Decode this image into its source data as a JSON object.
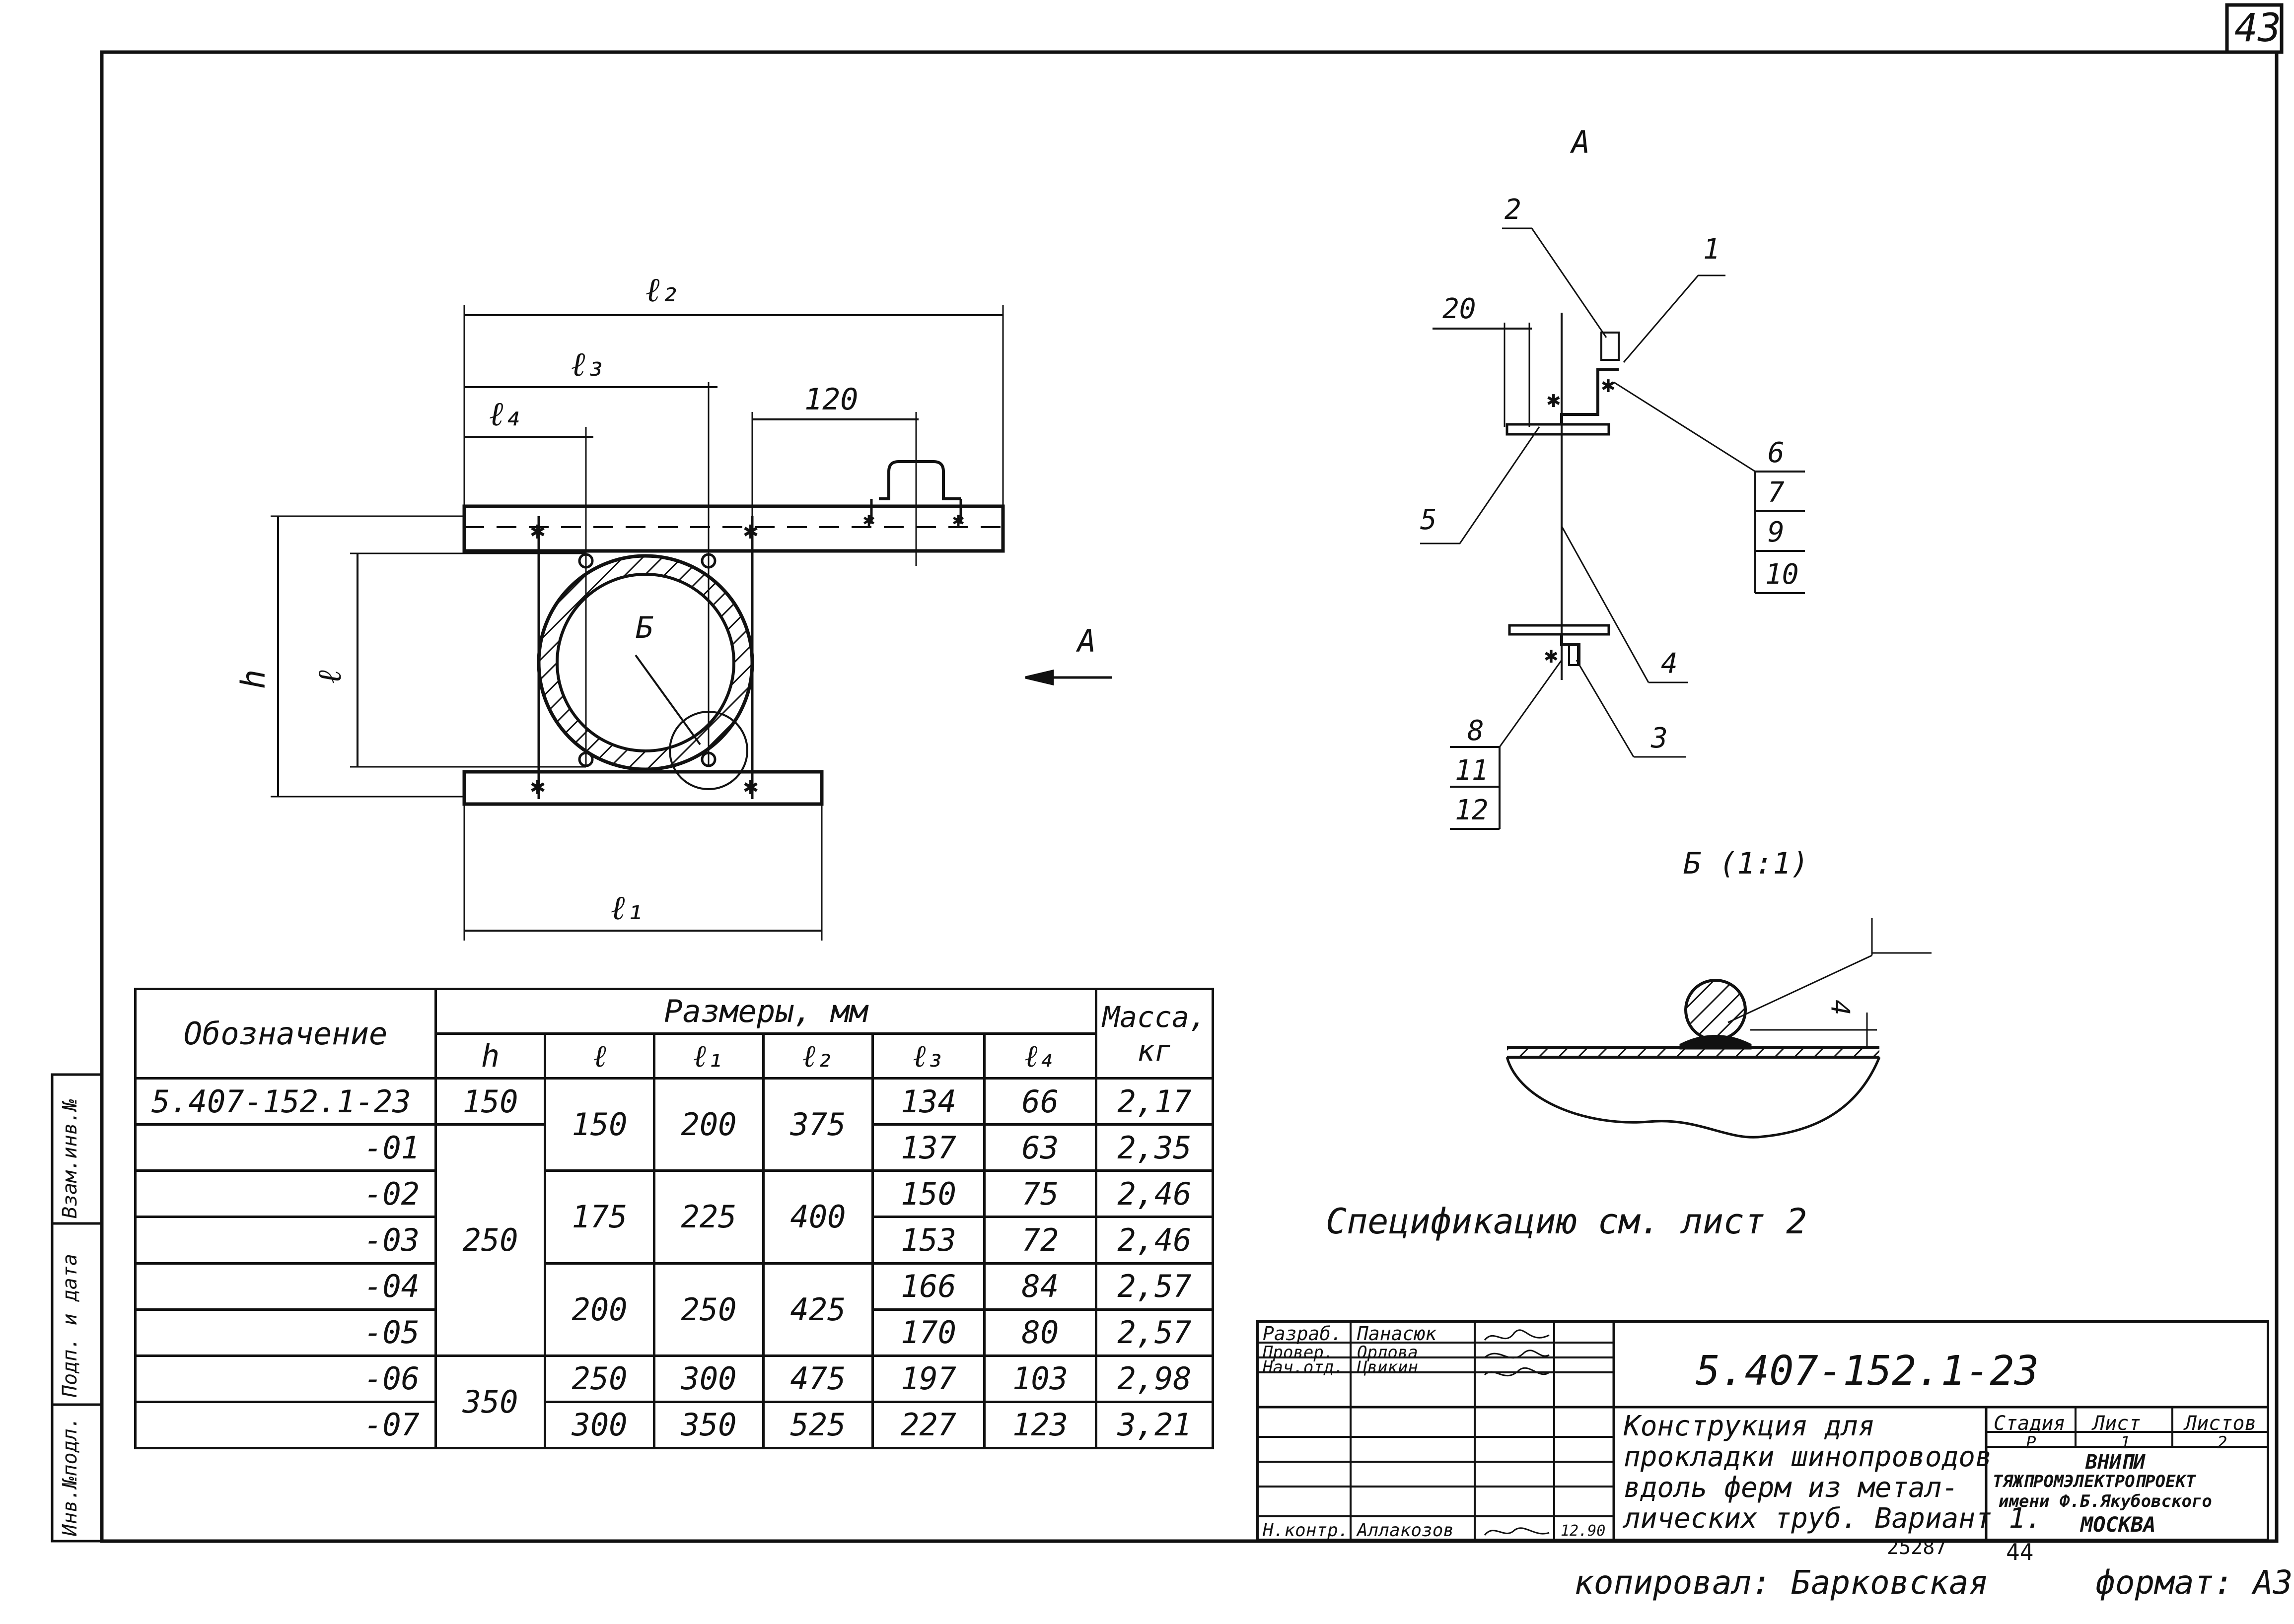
{
  "sheet": {
    "page_number": "43",
    "copied_by": "копировал: Барковская",
    "format": "формат: А3",
    "stamp_number": "25287",
    "stamp_sheet": "44"
  },
  "side_stamp": {
    "inv_orig": "Инв.№подл.",
    "sign_date": "Подп. и дата",
    "vzam_inv": "Взам.инв.№"
  },
  "drawing": {
    "dim_l2": "ℓ₂",
    "dim_l3": "ℓ₃",
    "dim_l4": "ℓ₄",
    "dim_120": "120",
    "dim_h": "h",
    "dim_l": "ℓ",
    "dim_l1": "ℓ₁",
    "callout_b": "Б",
    "view_arrow_label": "А",
    "view_a_title": "А",
    "view_a_dim_20": "20",
    "pos_1": "1",
    "pos_2": "2",
    "pos_3": "3",
    "pos_4": "4",
    "pos_5": "5",
    "pos_6": "6",
    "pos_7": "7",
    "pos_9": "9",
    "pos_10": "10",
    "pos_8": "8",
    "pos_11": "11",
    "pos_12": "12",
    "detail_b_title": "Б (1:1)",
    "detail_b_weld": "4",
    "spec_note": "Спецификацию см. лист 2"
  },
  "table": {
    "header_designation": "Обозначение",
    "header_dims": "Размеры, мм",
    "header_mass": "Масса, кг",
    "col_h": "h",
    "col_l": "ℓ",
    "col_l1": "ℓ₁",
    "col_l2": "ℓ₂",
    "col_l3": "ℓ₃",
    "col_l4": "ℓ₄",
    "rows": [
      {
        "des": "5.407-152.1-23",
        "l3": "134",
        "l4": "66",
        "mass": "2,17"
      },
      {
        "des": "-01",
        "l3": "137",
        "l4": "63",
        "mass": "2,35"
      },
      {
        "des": "-02",
        "l3": "150",
        "l4": "75",
        "mass": "2,46"
      },
      {
        "des": "-03",
        "l3": "153",
        "l4": "72",
        "mass": "2,46"
      },
      {
        "des": "-04",
        "l3": "166",
        "l4": "84",
        "mass": "2,57"
      },
      {
        "des": "-05",
        "l3": "170",
        "l4": "80",
        "mass": "2,57"
      },
      {
        "des": "-06",
        "l3": "197",
        "l4": "103",
        "mass": "2,98"
      },
      {
        "des": "-07",
        "l3": "227",
        "l4": "123",
        "mass": "3,21"
      }
    ],
    "merged": {
      "h_150": "150",
      "h_250": "250",
      "h_350": "350",
      "l_150": "150",
      "l_175": "175",
      "l_200": "200",
      "l_250": "250",
      "l_300": "300",
      "l1_200": "200",
      "l1_225": "225",
      "l1_250": "250",
      "l1_300": "300",
      "l1_350": "350",
      "l2_375": "375",
      "l2_400": "400",
      "l2_425": "425",
      "l2_475": "475",
      "l2_525": "525"
    }
  },
  "title_block": {
    "code": "5.407-152.1-23",
    "title": "Конструкция для прокладки шинопроводов вдоль ферм из металлических труб. Вариант 1.",
    "title_line1": "Конструкция для",
    "title_line2": "прокладки шинопроводов",
    "title_line3": "вдоль ферм из метал-",
    "title_line4": "лических труб. Вариант 1.",
    "role_developed": "Разраб.",
    "name_developed": "Панасюк",
    "role_checked": "Провер.",
    "name_checked": "Орлова",
    "role_head": "Нач.отд.",
    "name_head": "Цвикин",
    "role_norm": "Н.контр.",
    "name_norm": "Аллакозов",
    "norm_date": "12.90",
    "stage_label": "Стадия",
    "sheet_label": "Лист",
    "sheets_label": "Листов",
    "stage_value": "Р",
    "sheet_value": "1",
    "sheets_value": "2",
    "org_line1": "ВНИПИ",
    "org_line2": "ТЯЖПРОМЭЛЕКТРОПРОЕКТ",
    "org_line3": "имени Ф.Б.Якубовского",
    "org_line4": "МОСКВА"
  }
}
